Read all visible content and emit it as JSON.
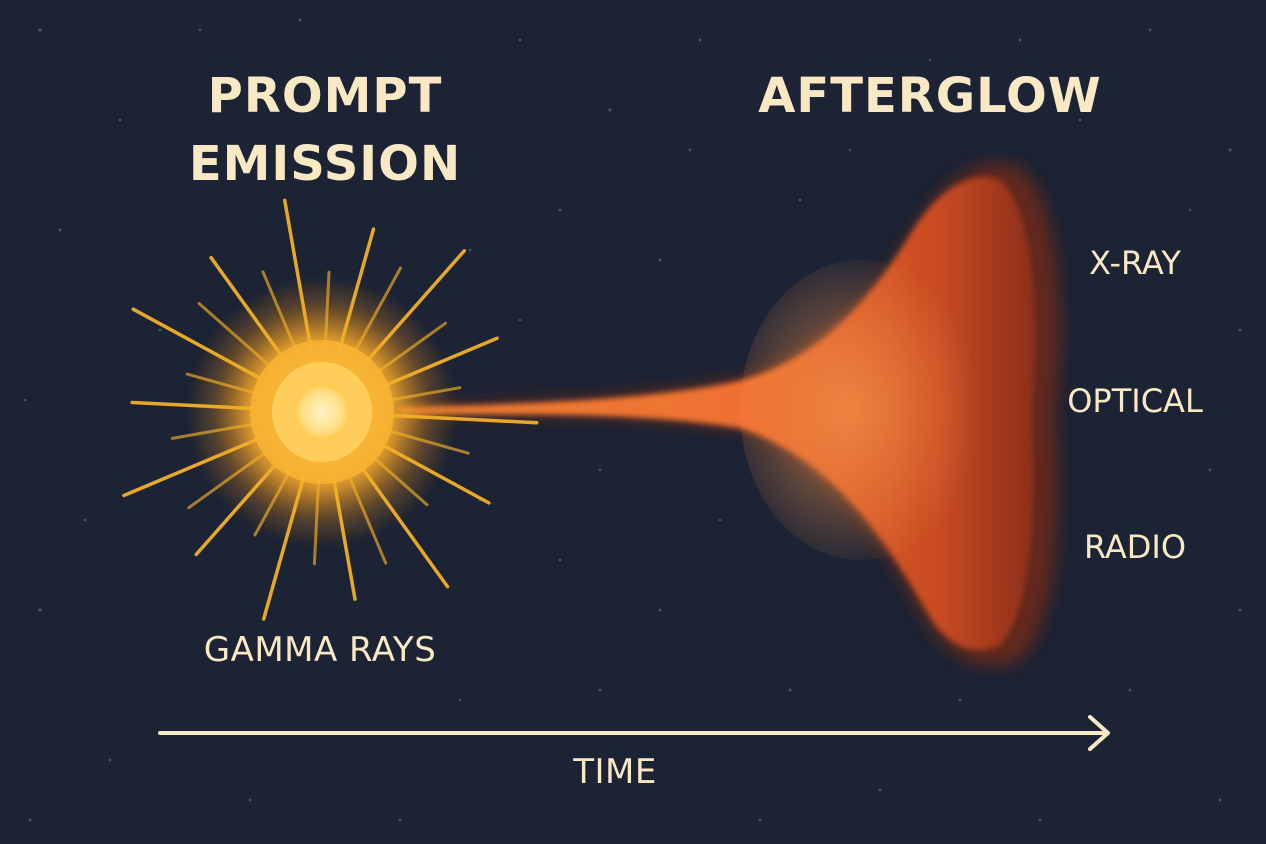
{
  "titles": {
    "prompt_line1": "PROMPT",
    "prompt_line2": "EMISSION",
    "afterglow": "AFTERGLOW"
  },
  "labels": {
    "gamma": "GAMMA RAYS",
    "xray": "X-RAY",
    "optical": "OPTICAL",
    "radio": "RADIO",
    "time": "TIME"
  },
  "colors": {
    "background": "#1c2334",
    "text": "#f9e8c4",
    "burst_core": "#ffe7a0",
    "burst_glow": "#f7b132",
    "rays": "#f2b028",
    "afterglow_inner": "#f07a32",
    "afterglow_outer": "#a43a1c",
    "arrow": "#f9e8c4",
    "stars": "#3c5678"
  },
  "icons": {
    "burst": "sun-burst-icon",
    "arrow": "time-arrow-icon"
  }
}
